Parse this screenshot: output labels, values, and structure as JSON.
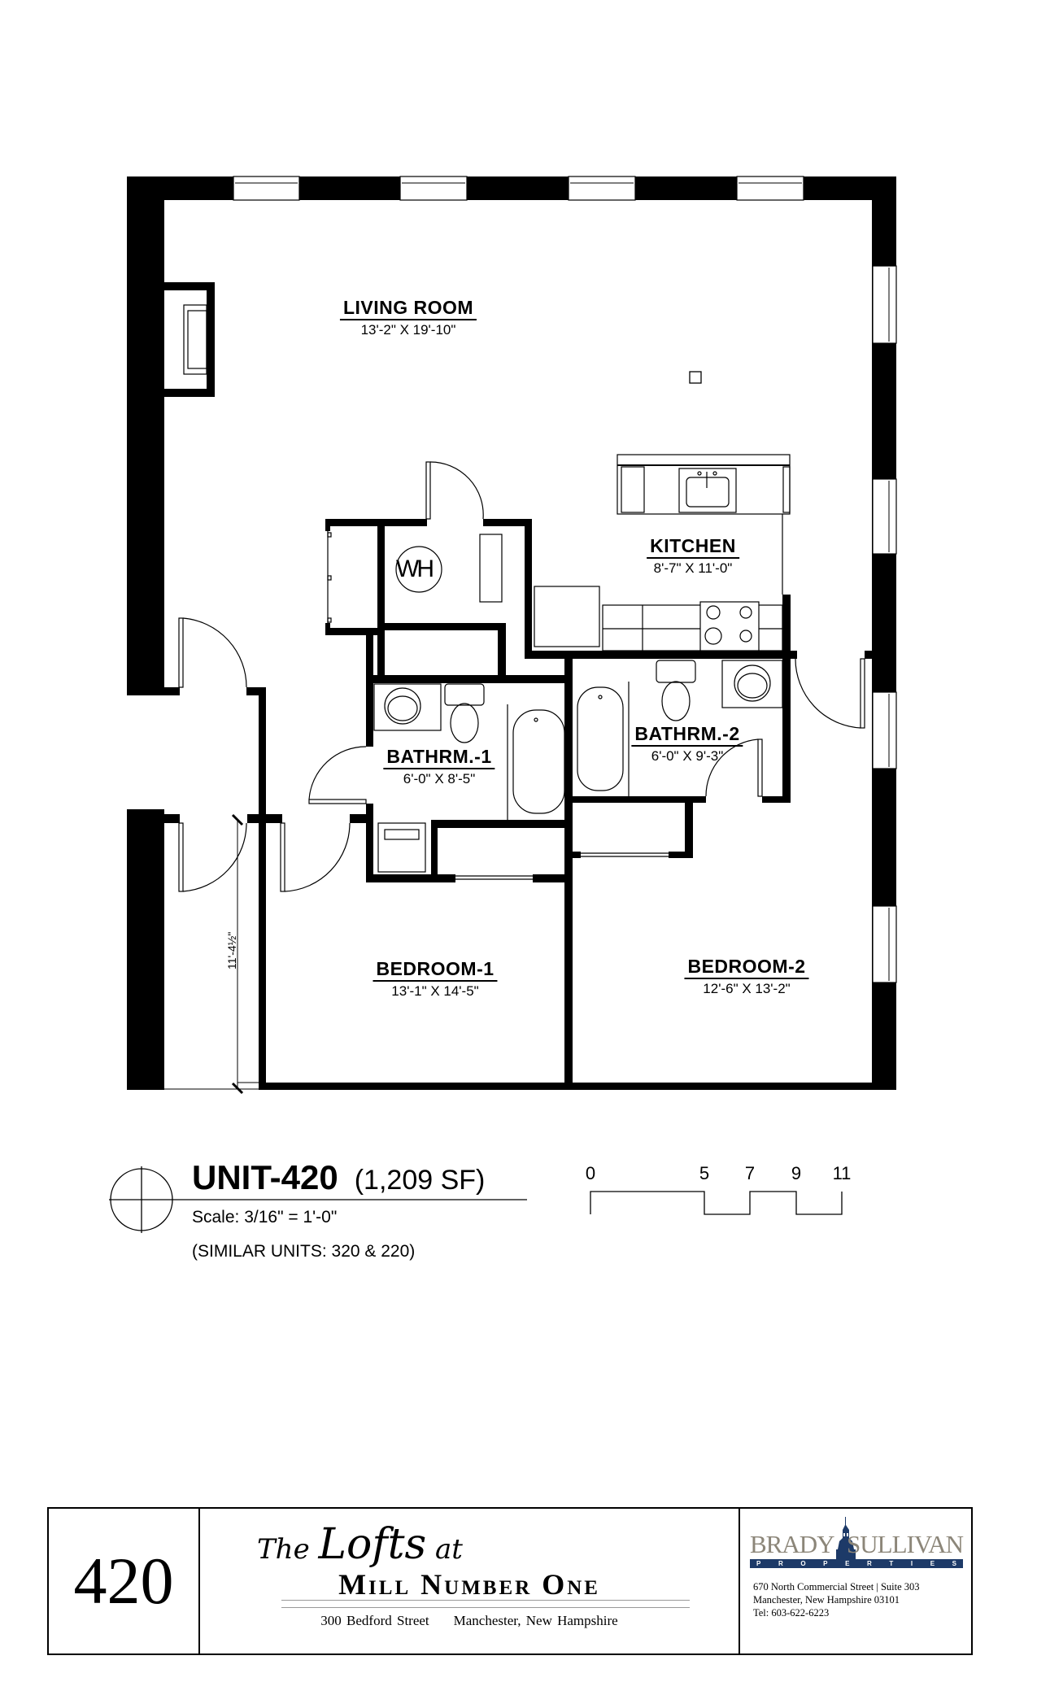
{
  "rooms": {
    "living_room": {
      "name": "LIVING ROOM",
      "dims": "13'-2\" X 19'-10\""
    },
    "kitchen": {
      "name": "KITCHEN",
      "dims": "8'-7\" X 11'-0\""
    },
    "bathroom_1": {
      "name": "BATHRM.-1",
      "dims": "6'-0\" X 8'-5\""
    },
    "bathroom_2": {
      "name": "BATHRM.-2",
      "dims": "6'-0\" X 9'-3\""
    },
    "bedroom_1": {
      "name": "BEDROOM-1",
      "dims": "13'-1\" X 14'-5\""
    },
    "bedroom_2": {
      "name": "BEDROOM-2",
      "dims": "12'-6\" X 13'-2\""
    }
  },
  "fixtures": {
    "water_heater": "WH"
  },
  "dimension_annotation": "11'-4½\"",
  "unit": {
    "name": "UNIT-420",
    "area": "(1,209 SF)",
    "scale": "Scale:  3/16\" = 1'-0\"",
    "similar_units": "(SIMILAR UNITS:  320 & 220)"
  },
  "scale_bar": {
    "labels": [
      "0",
      "5",
      "7",
      "9",
      "11"
    ]
  },
  "footer": {
    "unit_number": "420",
    "property": {
      "script_the": "The",
      "script_lofts": "Lofts",
      "script_at": "at",
      "name": "Mill Number One",
      "street": "300 Bedford Street",
      "city": "Manchester, New Hampshire"
    },
    "company": {
      "name_left": "BRADY",
      "name_right": "SULLIVAN",
      "tagline_letters": [
        "P",
        "R",
        "O",
        "P",
        "E",
        "R",
        "T",
        "I",
        "E",
        "S"
      ],
      "address_line1": "670 North Commercial Street | Suite 303",
      "address_line2": "Manchester, New Hampshire 03101",
      "phone": "Tel:  603-622-6223",
      "colors": {
        "gray": "#8c8679",
        "navy": "#1d3a68"
      }
    }
  }
}
